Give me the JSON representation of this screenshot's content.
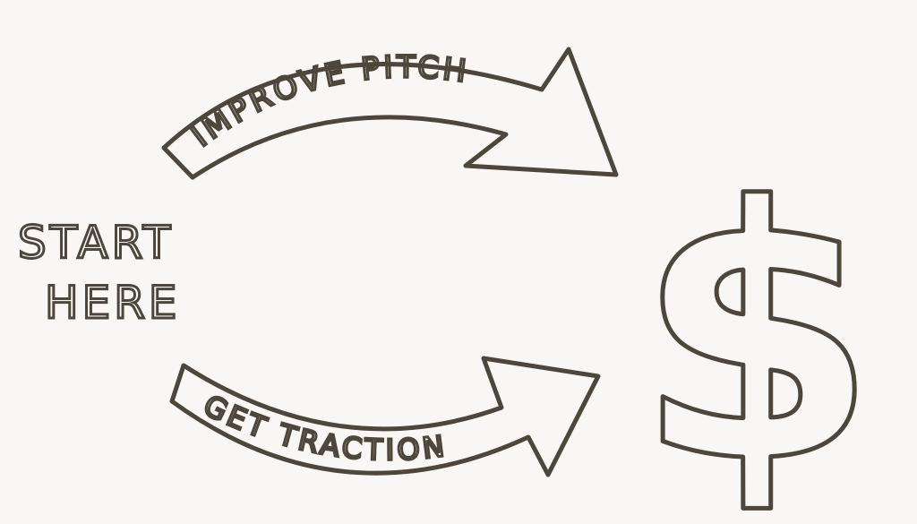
{
  "start_label": {
    "line1": "START",
    "line2": "HERE"
  },
  "top_arrow": {
    "label": "IMPROVE PITCH"
  },
  "bottom_arrow": {
    "label": "GET TRACTION"
  },
  "goal": {
    "symbol": "$"
  },
  "colors": {
    "ink": "#4e463b",
    "background": "#f8f7f5"
  }
}
